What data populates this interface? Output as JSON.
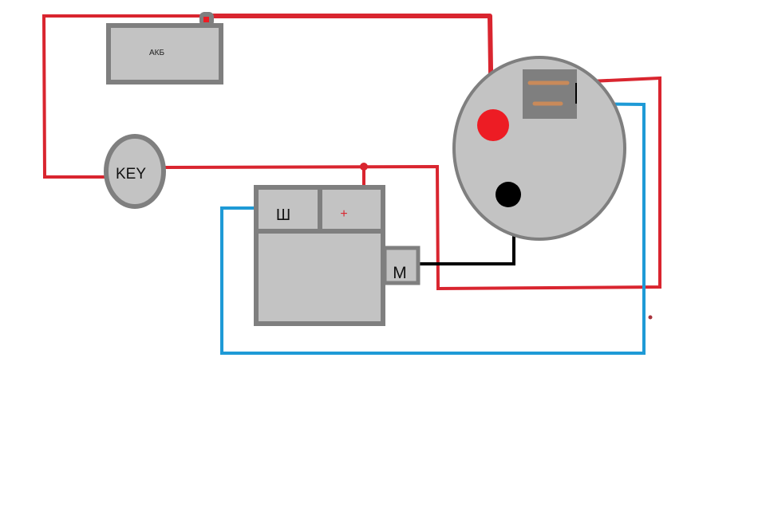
{
  "diagram": {
    "colors": {
      "background": "#ffffff",
      "component_fill": "#c3c3c3",
      "component_border": "#7f7f7f",
      "wire_red": "#d9252f",
      "wire_blue": "#1e9ad6",
      "wire_black": "#000000",
      "terminal_red": "#ed1c24",
      "terminal_black": "#000000",
      "relay_block": "#7f7f7f",
      "relay_contact": "#c98a5a"
    },
    "battery": {
      "label": "АКБ"
    },
    "ignition_key": {
      "label": "KEY"
    },
    "regulator": {
      "field_terminal_label": "Ш",
      "plus_terminal_label": "+",
      "ground_terminal_label": "М"
    },
    "alternator": {
      "terminals": [
        "positive-output",
        "ground",
        "relay-contact-1",
        "relay-contact-2"
      ]
    }
  }
}
